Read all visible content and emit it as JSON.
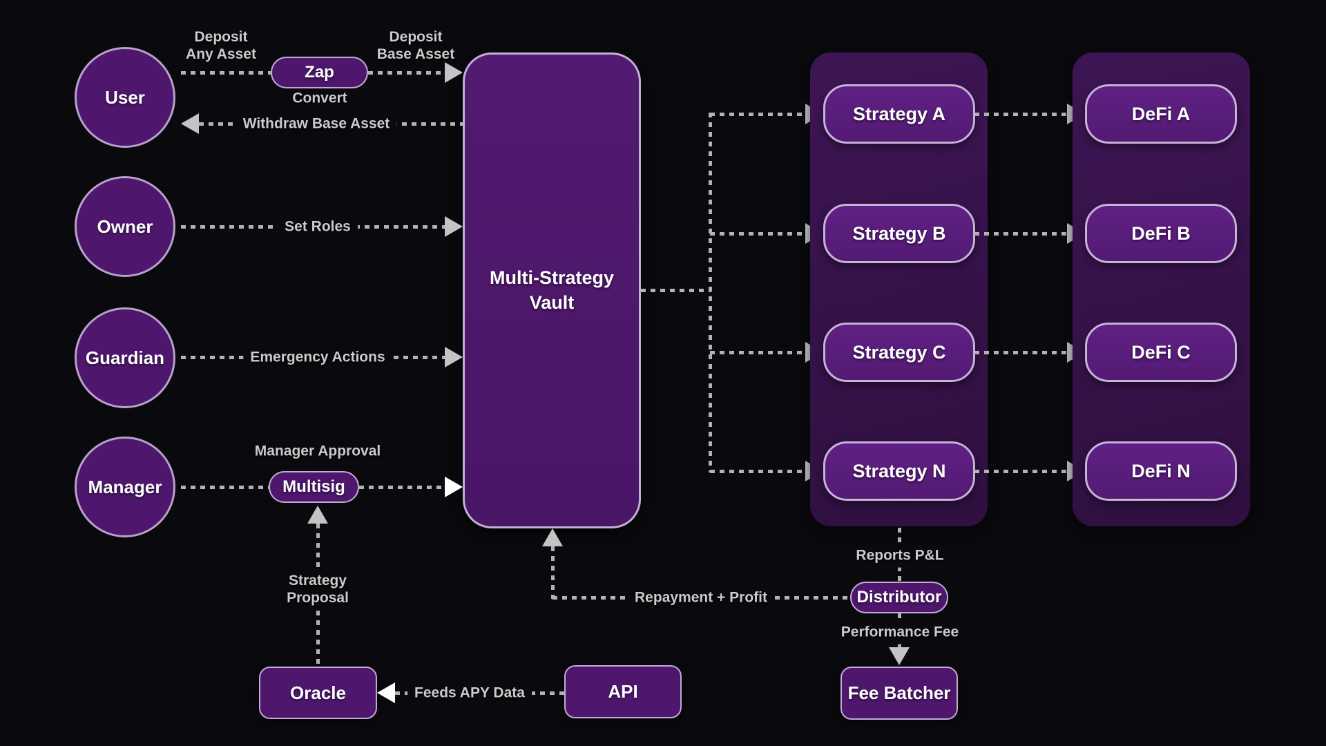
{
  "diagram": {
    "actors": [
      {
        "label": "User"
      },
      {
        "label": "Owner"
      },
      {
        "label": "Guardian"
      },
      {
        "label": "Manager"
      }
    ],
    "vault": {
      "line1": "Multi-Strategy",
      "line2": "Vault"
    },
    "helpers": {
      "zap": "Zap",
      "multisig": "Multisig",
      "oracle": "Oracle",
      "api": "API",
      "distributor": "Distributor",
      "fee_batcher": "Fee Batcher"
    },
    "strategies": [
      "Strategy A",
      "Strategy B",
      "Strategy C",
      "Strategy N"
    ],
    "defi": [
      "DeFi A",
      "DeFi B",
      "DeFi C",
      "DeFi N"
    ],
    "edges": {
      "deposit_any": [
        "Deposit",
        "Any Asset"
      ],
      "deposit_base": [
        "Deposit",
        "Base Asset"
      ],
      "convert": "Convert",
      "withdraw": "Withdraw Base Asset",
      "set_roles": "Set Roles",
      "emergency": "Emergency Actions",
      "manager_approval": "Manager Approval",
      "strategy_proposal": [
        "Strategy",
        "Proposal"
      ],
      "feeds_apy": "Feeds APY Data",
      "reports_pnl": "Reports P&L",
      "repayment": "Repayment + Profit",
      "performance_fee": "Performance Fee"
    },
    "colors": {
      "background": "#0a0a0e",
      "panel": "#37134a",
      "node": "#4e176d",
      "node_bright": "#5a1c7c",
      "node_border": "#bfabd3",
      "line": "#b3b3b3",
      "label": "#cbcbcb",
      "arrow": "#c4c4c4",
      "text": "#ffffff"
    }
  }
}
